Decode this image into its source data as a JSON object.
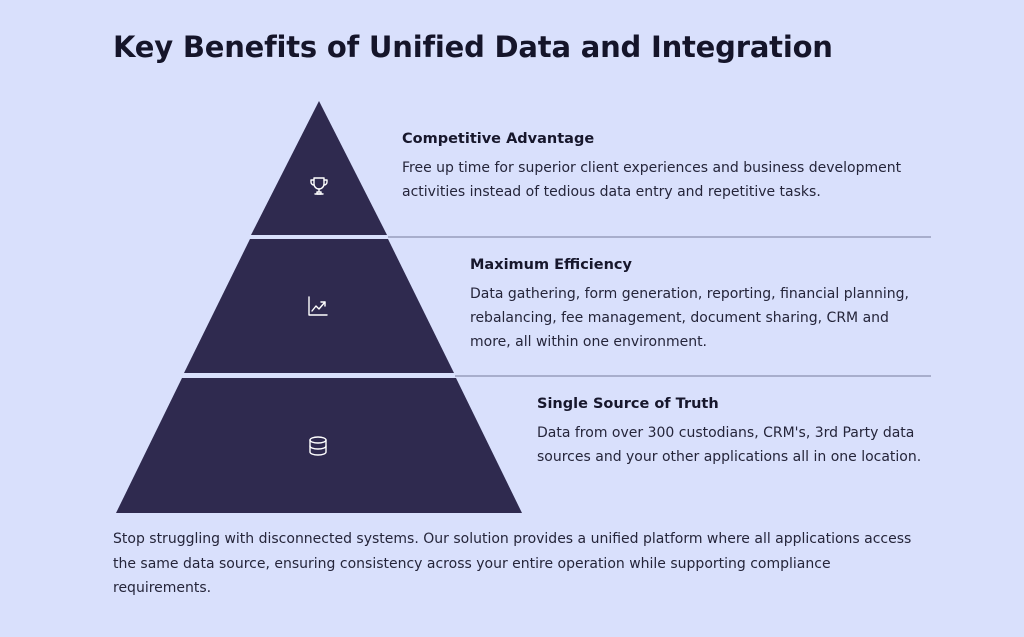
{
  "title": "Key Benefits of Unified Data and Integration",
  "tiers": [
    {
      "icon": "trophy-icon",
      "heading": "Competitive Advantage",
      "text": "Free up time for superior client experiences and business development activities instead of tedious data entry and repetitive tasks."
    },
    {
      "icon": "chart-trending-up-icon",
      "heading": "Maximum Efficiency",
      "text": "Data gathering, form generation, reporting, financial planning, rebalancing, fee management, document sharing, CRM and more, all within one environment."
    },
    {
      "icon": "database-icon",
      "heading": "Single Source of Truth",
      "text": "Data from over 300 custodians, CRM's, 3rd Party data sources and your other applications all in one location."
    }
  ],
  "summary": "Stop struggling with disconnected systems. Our solution provides a unified platform where all applications access the same data source, ensuring consistency across your entire operation while supporting compliance requirements.",
  "colors": {
    "background": "#d9e0fc",
    "pyramid_fill": "#2f2a4f",
    "divider": "#8a8fb0",
    "icon_stroke": "#ffffff"
  }
}
